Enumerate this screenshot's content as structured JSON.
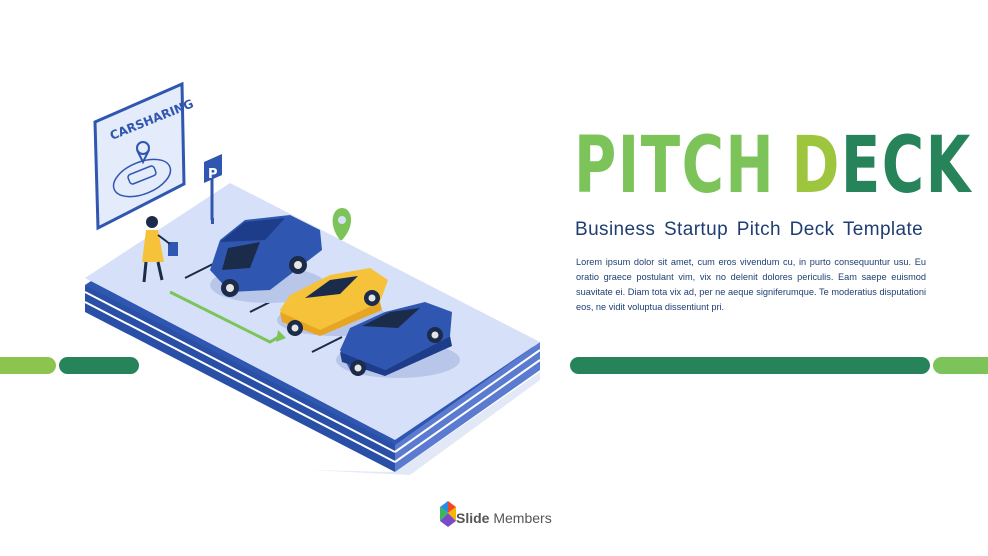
{
  "title": {
    "part1": "PITCH",
    "part2_accent": "D",
    "part2_rest": "ECK"
  },
  "subtitle": "Business Startup Pitch Deck Template",
  "body": "Lorem ipsum dolor sit amet, cum eros vivendum cu, in purto consequuntur usu. Eu oratio graece postulant vim, vix no delenit dolores periculis. Eam saepe euismod suavitate ei. Diam tota vix ad, per ne aeque signiferumque. Te moderatius disputationi eos, ne vidit voluptua dissentiunt pri.",
  "illustration": {
    "sign_text": "CARSHARING",
    "parking_sign": "P"
  },
  "logo": {
    "brand": "Slide",
    "rest": " Members"
  },
  "colors": {
    "green_light": "#7cc45a",
    "green_dark": "#26835a",
    "lime": "#9dc53e",
    "navy": "#1f3d73",
    "platform_blue": "#2f56b0",
    "platform_top": "#d6e0f8"
  }
}
